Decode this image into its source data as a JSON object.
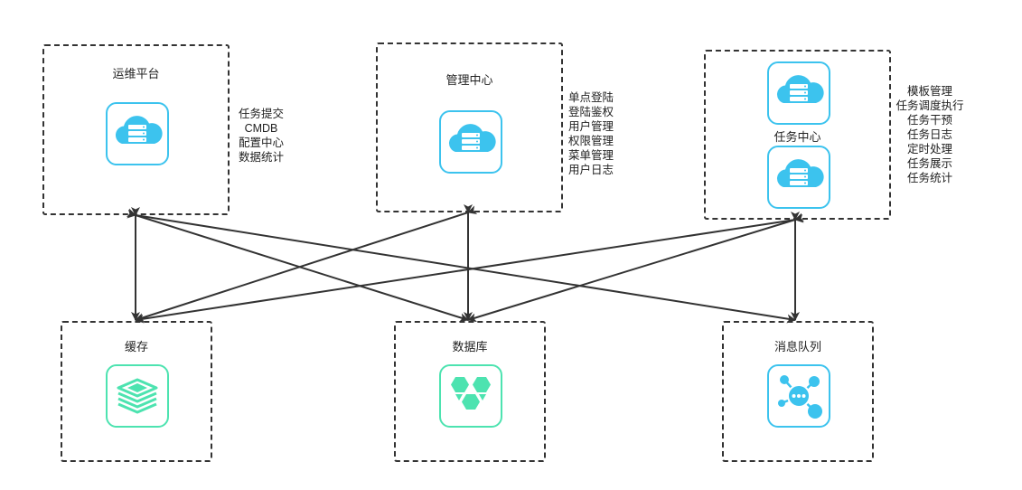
{
  "nodes": {
    "ops_platform": {
      "title": "运维平台",
      "features": [
        "任务提交",
        "CMDB",
        "配置中心",
        "数据统计"
      ],
      "icon": "cloud-server-icon"
    },
    "management_center": {
      "title": "管理中心",
      "features": [
        "单点登陆",
        "登陆鉴权",
        "用户管理",
        "权限管理",
        "菜单管理",
        "用户日志"
      ],
      "icon": "cloud-server-icon"
    },
    "task_center": {
      "title": "任务中心",
      "features": [
        "模板管理",
        "任务调度执行",
        "任务干预",
        "任务日志",
        "定时处理",
        "任务展示",
        "任务统计"
      ],
      "icon": "cloud-server-icon"
    },
    "cache": {
      "title": "缓存",
      "icon": "redis-stack-icon"
    },
    "database": {
      "title": "数据库",
      "icon": "database-hexagon-icon"
    },
    "message_queue": {
      "title": "消息队列",
      "icon": "message-hub-icon"
    }
  },
  "colors": {
    "cloud_blue": "#3cc3ee",
    "mint_green": "#4de3b0",
    "line": "#333333"
  }
}
